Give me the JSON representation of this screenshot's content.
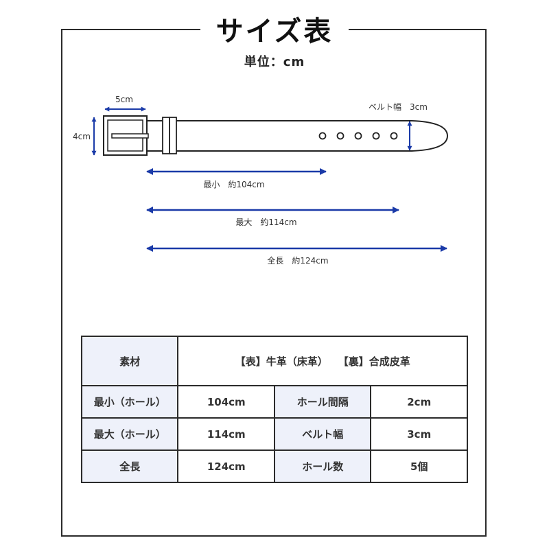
{
  "title": "サイズ表",
  "unit_label": "単位：cm",
  "diagram": {
    "buckle_width_label": "5cm",
    "buckle_height_label": "4cm",
    "belt_width_label": "ベルト幅　3cm",
    "hole_count": 5,
    "min_label": "最小　約104cm",
    "max_label": "最大　約114cm",
    "total_label": "全長　約124cm",
    "arrow_color": "#1a3aa8"
  },
  "spec_table": {
    "material_label": "素材",
    "material_value": "【表】牛革（床革）　　【裏】合成皮革",
    "rows": [
      {
        "label": "最小（ホール）",
        "value": "104cm",
        "label2": "ホール間隔",
        "value2": "2cm"
      },
      {
        "label": "最大（ホール）",
        "value": "114cm",
        "label2": "ベルト幅",
        "value2": "3cm"
      },
      {
        "label": "全長",
        "value": "124cm",
        "label2": "ホール数",
        "value2": "5個"
      }
    ],
    "header_bg": "#eef1fa"
  }
}
